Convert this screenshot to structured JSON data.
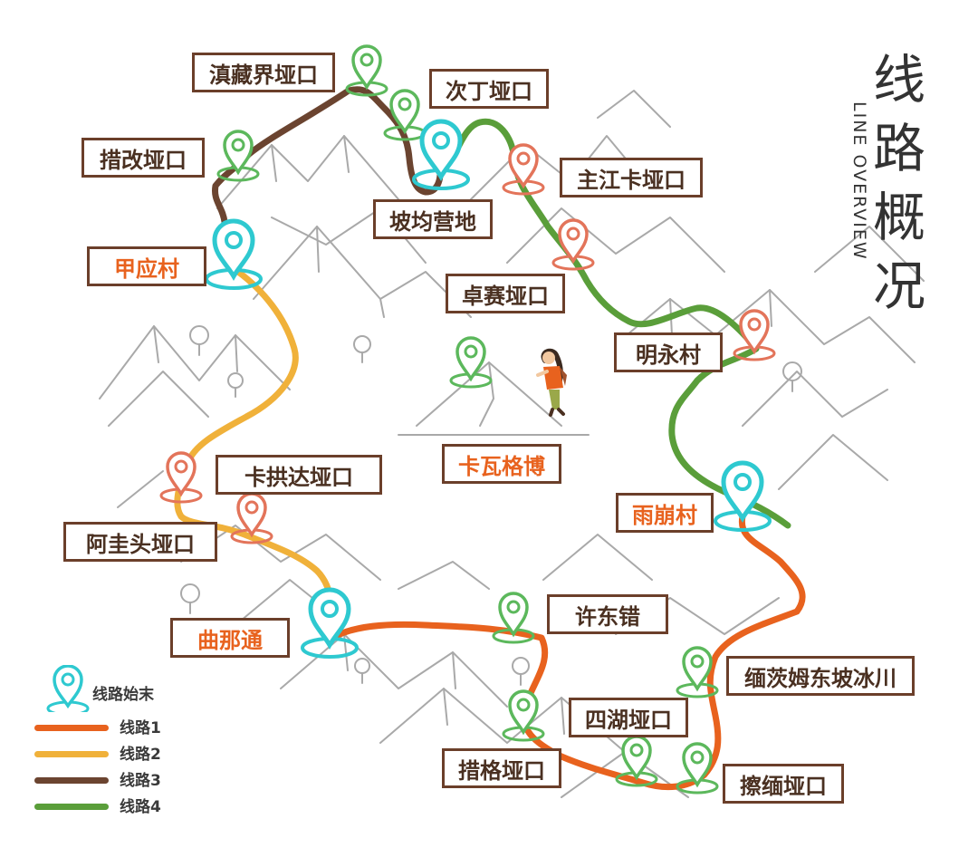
{
  "title": {
    "cn": "线路概况",
    "en": "LINE OVERVIEW"
  },
  "colors": {
    "route1": "#e8621e",
    "route2": "#f0b13a",
    "route3": "#6b4430",
    "route4": "#5a9e3a",
    "endpoint": "#2ec9d0",
    "pin_green": "#5cb85c",
    "pin_orange": "#e3745a",
    "label_border": "#6b3f2a",
    "text_dark": "#4a3021",
    "text_orange": "#e8621e",
    "mountain": "#a9a9a9"
  },
  "labels": {
    "diancangjie": "滇藏界垭口",
    "ciding": "次丁垭口",
    "cuogai": "措改垭口",
    "pojun": "坡均营地",
    "zhujiangka": "主江卡垭口",
    "jiaying": "甲应村",
    "zhuosai": "卓赛垭口",
    "mingyong": "明永村",
    "kawagebo": "卡瓦格博",
    "kagongda": "卡拱达垭口",
    "yubeng": "雨崩村",
    "aguitou": "阿圭头垭口",
    "qunatong": "曲那通",
    "xudongcuo": "许东错",
    "miancimudong": "缅茨姆东坡冰川",
    "sihu": "四湖垭口",
    "cuoge": "措格垭口",
    "camian": "擦缅垭口"
  },
  "legend": {
    "endpoint": "线路始末",
    "route1": "线路1",
    "route2": "线路2",
    "route3": "线路3",
    "route4": "线路4"
  }
}
